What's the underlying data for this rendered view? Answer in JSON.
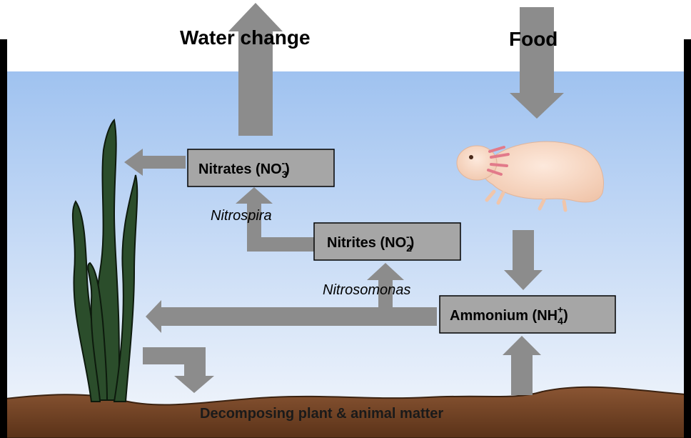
{
  "labels": {
    "water_change": "Water change",
    "food": "Food",
    "nitrospira": "Nitrospira",
    "nitrosomonas": "Nitrosomonas",
    "ground": "Decomposing plant & animal matter"
  },
  "boxes": {
    "nitrates": {
      "main": "Nitrates (NO",
      "sub": "3",
      "sup": "-",
      "close": ")"
    },
    "nitrites": {
      "main": "Nitrites (NO",
      "sub": "2",
      "sup": "-",
      "close": ")"
    },
    "ammonium": {
      "main": "Ammonium (NH",
      "sub": "4",
      "sup": "+",
      "close": ")"
    }
  },
  "colors": {
    "water_top": "#9fc2f0",
    "water_bottom": "#f4f7fc",
    "arrow": "#8c8c8c",
    "box_fill": "#a6a6a6",
    "soil": "#7a4a2a",
    "plant": "#2b4d2b",
    "axolotl": "#f6d6c0"
  }
}
